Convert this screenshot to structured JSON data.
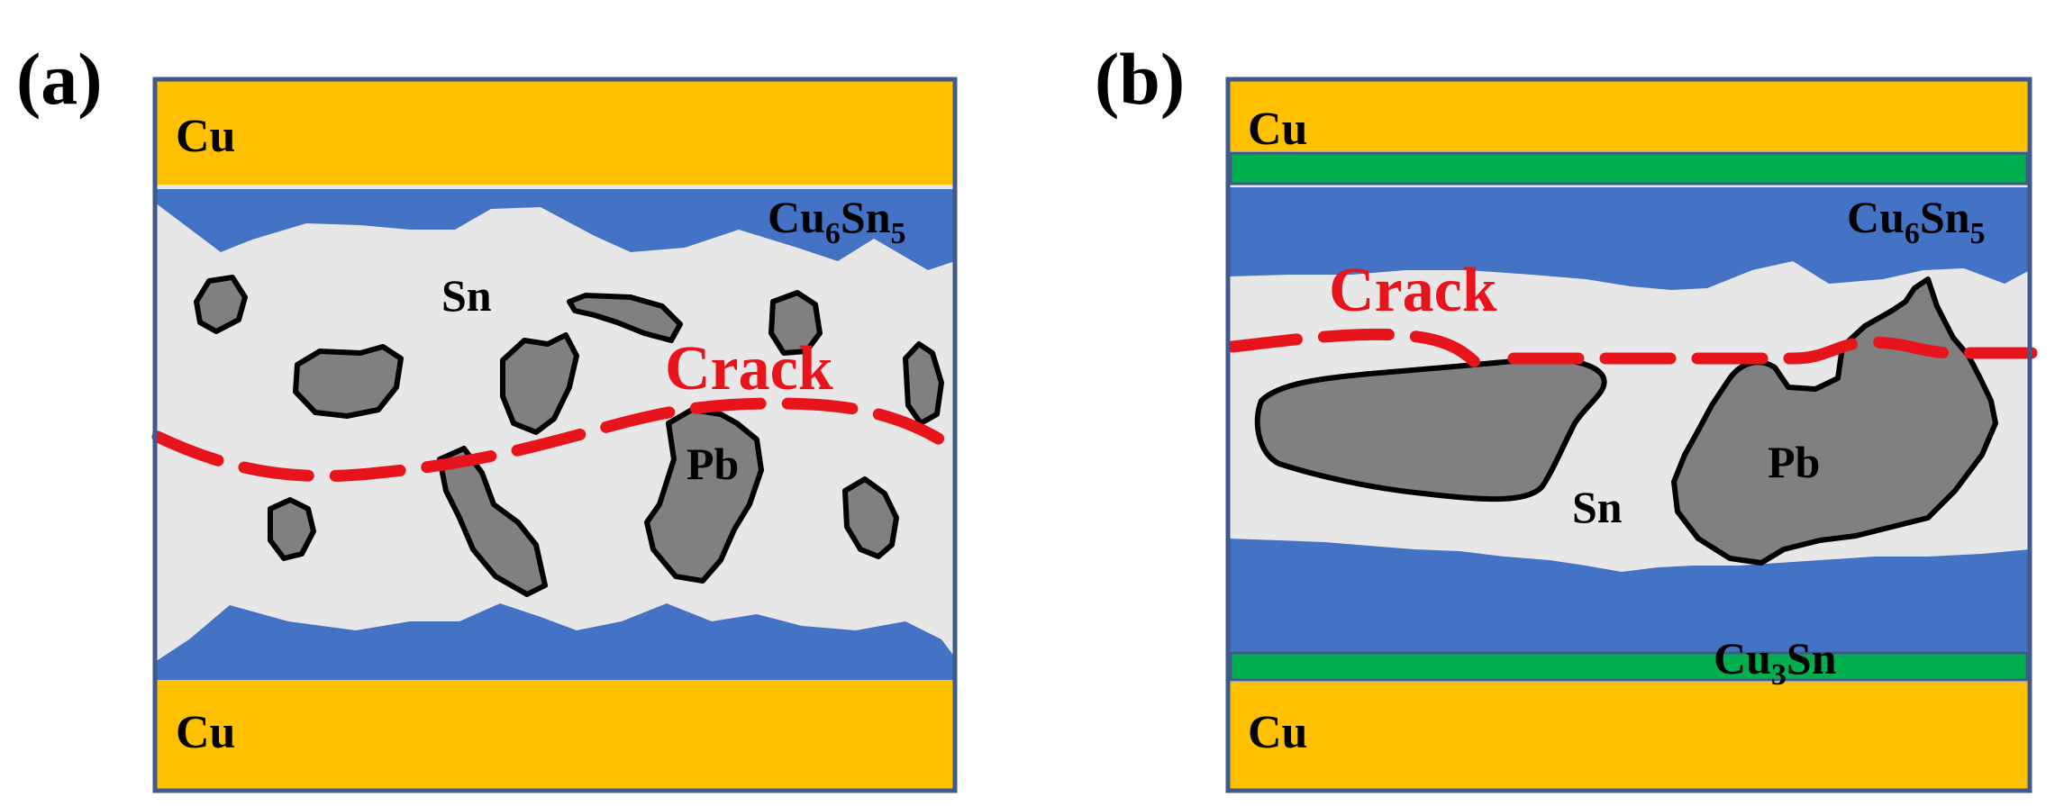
{
  "panels": [
    {
      "panel_label": "(a)",
      "top_layer": "Cu",
      "bottom_layer": "Cu",
      "imc_top": {
        "base": "Cu",
        "sub1": "6",
        "mid": "Sn",
        "sub2": "5"
      },
      "matrix": "Sn",
      "particle": "Pb",
      "crack": "Crack"
    },
    {
      "panel_label": "(b)",
      "top_layer": "Cu",
      "bottom_layer": "Cu",
      "imc_top": {
        "base": "Cu",
        "sub1": "6",
        "mid": "Sn",
        "sub2": "5"
      },
      "imc_bottom": {
        "base": "Cu",
        "sub1": "3",
        "mid": "Sn"
      },
      "matrix": "Sn",
      "particle": "Pb",
      "crack": "Crack"
    }
  ],
  "colors": {
    "copper": "#FFC000",
    "cu6sn5": "#4472C4",
    "cu3sn": "#00B050",
    "solder": "#E7E7E7",
    "lead": "#808080",
    "crack": "#E8141B",
    "frame": "#3F5A8A",
    "outline": "#000000"
  }
}
